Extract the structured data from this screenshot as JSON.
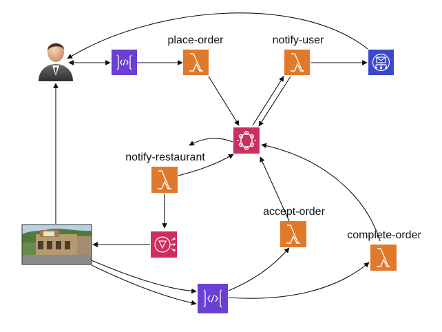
{
  "labels": {
    "place_order": "place-order",
    "notify_user": "notify-user",
    "notify_restaurant": "notify-restaurant",
    "accept_order": "accept-order",
    "complete_order": "complete-order"
  },
  "icons": {
    "user": "user-avatar-icon",
    "api_gateway": "api-gateway-icon",
    "lambda": "lambda-icon",
    "eventbridge": "eventbridge-icon",
    "sns": "sns-icon",
    "step_functions": "step-functions-icon",
    "restaurant": "restaurant-photo"
  },
  "colors": {
    "api_gateway": "#6b3fd6",
    "lambda": "#e07a2a",
    "eventbridge": "#cc2f5e",
    "sns": "#3b48cc",
    "step_functions": "#cc2f5e",
    "arrow": "#111111"
  }
}
